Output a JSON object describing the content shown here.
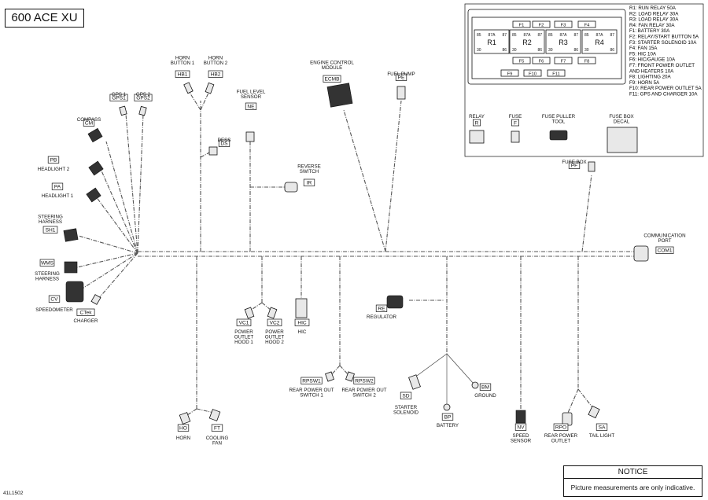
{
  "title": "600 ACE XU",
  "doc_id": "41L1502",
  "notice": {
    "heading": "NOTICE",
    "text": "Picture measurements are only indicative."
  },
  "fuse_box": {
    "legend": [
      "R1: RUN RELAY 50A",
      "R2: LOAD RELAY 30A",
      "R3: LOAD RELAY 30A",
      "R4: FAN RELAY 30A",
      "F1: BATTERY 30A",
      "F2: RELAY/START BUTTON 5A",
      "F3: STARTER SOLENOID 10A",
      "F4: FAN 15A",
      "F5: HIC 10A",
      "F6: HIC/GAUGE 10A",
      "F7: FRONT POWER OUTLET",
      "       AND HEATERS 10A",
      "F8: LIGHTING 20A",
      "F9: HORN 5A",
      "F10: REAR POWER OUTLET 5A",
      "F11: GPS AND CHARGER 10A"
    ],
    "relays": [
      "R1",
      "R2",
      "R3",
      "R4"
    ],
    "pins": {
      "p85": "85",
      "p87a": "87A",
      "p87": "87",
      "p30": "30",
      "p86": "86"
    },
    "fuses_top": [
      "F1",
      "F2",
      "F3",
      "F4"
    ],
    "fuses_mid": [
      "F5",
      "F6",
      "F7",
      "F8"
    ],
    "fuses_bot": [
      "F9",
      "F10",
      "F11"
    ],
    "parts": [
      {
        "name": "RELAY",
        "code": "R"
      },
      {
        "name": "FUSE",
        "code": "F"
      },
      {
        "name": "FUSE PULLER\nTOOL",
        "code": ""
      },
      {
        "name": "FUSE BOX\nDECAL",
        "code": ""
      }
    ]
  },
  "connectors": {
    "HB1": {
      "code": "HB1",
      "label": "HORN\nBUTTON 1"
    },
    "HB2": {
      "code": "HB2",
      "label": "HORN\nBUTTON 2"
    },
    "GPS1": {
      "code": "GPS1",
      "label": "GPS 1"
    },
    "GPS2": {
      "code": "GPS2",
      "label": "GPS 2"
    },
    "CM": {
      "code": "CM",
      "label": "COMPASS"
    },
    "PB": {
      "code": "PB",
      "label": "HEADLIGHT 2"
    },
    "PA": {
      "code": "PA",
      "label": "HEADLIGHT 1"
    },
    "SH1": {
      "code": "SH1",
      "label": "STEERING\nHARNESS"
    },
    "WMS": {
      "code": "WMS",
      "label": "STEERING\nHARNESS"
    },
    "CV": {
      "code": "CV",
      "label": "SPEEDOMETER"
    },
    "CTek": {
      "code": "CTek",
      "label": "CHARGER"
    },
    "NE": {
      "code": "NE",
      "label": "FUEL LEVEL\nSENSOR"
    },
    "DS": {
      "code": "DS",
      "label": "DESS"
    },
    "ECMB": {
      "code": "ECMB",
      "label": "ENGINE CONTROL\nMODULE"
    },
    "PE": {
      "code": "PE",
      "label": "FUEL PUMP"
    },
    "IR": {
      "code": "IR",
      "label": "REVERSE\nSWITCH"
    },
    "PF": {
      "code": "PF",
      "label": "FUSE BOX"
    },
    "COM1": {
      "code": "COM1",
      "label": "COMMUNICATION\nPORT"
    },
    "VC1": {
      "code": "VC1",
      "label": "POWER\nOUTLET\nHOOD 1"
    },
    "VC2": {
      "code": "VC2",
      "label": "POWER\nOUTLET\nHOOD 2"
    },
    "HIC": {
      "code": "HIC",
      "label": "HIC"
    },
    "RE": {
      "code": "RE",
      "label": "REGULATOR"
    },
    "RPSW1": {
      "code": "RPSW1",
      "label": "REAR POWER OUT\nSWITCH 1"
    },
    "RPSW2": {
      "code": "RPSW2",
      "label": "REAR POWER OUT\nSWITCH 2"
    },
    "SD": {
      "code": "SD",
      "label": "STARTER\nSOLENOID"
    },
    "BM": {
      "code": "BM",
      "label": "GROUND"
    },
    "BP": {
      "code": "BP",
      "label": "BATTERY"
    },
    "NV": {
      "code": "NV",
      "label": "SPEED\nSENSOR"
    },
    "RPO": {
      "code": "RPO",
      "label": "REAR POWER\nOUTLET"
    },
    "SA": {
      "code": "SA",
      "label": "TAIL LIGHT"
    },
    "HO": {
      "code": "HO",
      "label": "HORN"
    },
    "FT": {
      "code": "FT",
      "label": "COOLING\nFAN"
    }
  }
}
